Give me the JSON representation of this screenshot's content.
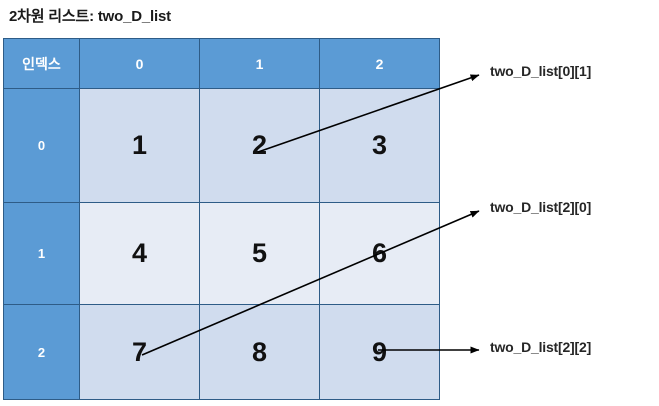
{
  "title": "2차원 리스트: two_D_list",
  "table": {
    "corner_header": "인덱스",
    "column_headers": [
      "0",
      "1",
      "2"
    ],
    "row_headers": [
      "0",
      "1",
      "2"
    ],
    "rows": [
      [
        "1",
        "2",
        "3"
      ],
      [
        "4",
        "5",
        "6"
      ],
      [
        "7",
        "8",
        "9"
      ]
    ]
  },
  "annotations": [
    {
      "label": "two_D_list[0][1]",
      "target_value": "2"
    },
    {
      "label": "two_D_list[2][0]",
      "target_value": "7"
    },
    {
      "label": "two_D_list[2][2]",
      "target_value": "9"
    }
  ],
  "colors": {
    "header_blue": "#5B9BD5",
    "row_shade_dark": "#D0DCEE",
    "row_shade_light": "#E7ECF5",
    "grid_line": "#9FB3CC",
    "outer_border": "#2E5C87",
    "text_dark": "#262626",
    "arrow": "#000000"
  }
}
